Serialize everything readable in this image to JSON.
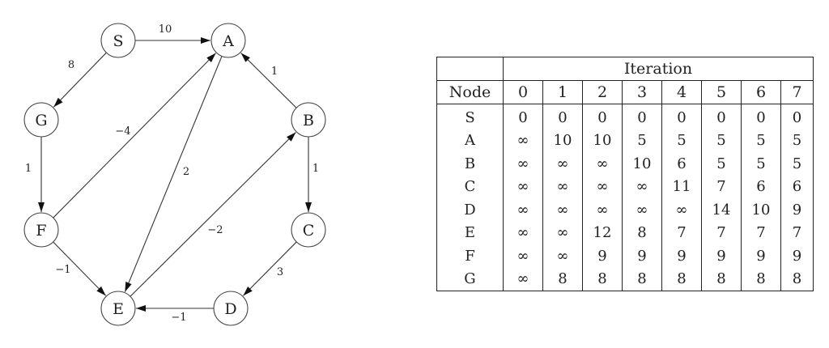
{
  "graph": {
    "nodes": [
      {
        "id": "S",
        "label": "S"
      },
      {
        "id": "A",
        "label": "A"
      },
      {
        "id": "G",
        "label": "G"
      },
      {
        "id": "B",
        "label": "B"
      },
      {
        "id": "F",
        "label": "F"
      },
      {
        "id": "C",
        "label": "C"
      },
      {
        "id": "E",
        "label": "E"
      },
      {
        "id": "D",
        "label": "D"
      }
    ],
    "edges": [
      {
        "from": "S",
        "to": "A",
        "weight": "10"
      },
      {
        "from": "S",
        "to": "G",
        "weight": "8"
      },
      {
        "from": "G",
        "to": "F",
        "weight": "1"
      },
      {
        "from": "F",
        "to": "A",
        "weight": "−4"
      },
      {
        "from": "A",
        "to": "E",
        "weight": "2"
      },
      {
        "from": "B",
        "to": "A",
        "weight": "1"
      },
      {
        "from": "B",
        "to": "C",
        "weight": "1"
      },
      {
        "from": "E",
        "to": "B",
        "weight": "−2"
      },
      {
        "from": "F",
        "to": "E",
        "weight": "−1"
      },
      {
        "from": "C",
        "to": "D",
        "weight": "3"
      },
      {
        "from": "D",
        "to": "E",
        "weight": "−1"
      }
    ]
  },
  "table": {
    "group_header": "Iteration",
    "node_header": "Node",
    "iterations": [
      "0",
      "1",
      "2",
      "3",
      "4",
      "5",
      "6",
      "7"
    ],
    "rows": [
      {
        "node": "S",
        "values": [
          "0",
          "0",
          "0",
          "0",
          "0",
          "0",
          "0",
          "0"
        ]
      },
      {
        "node": "A",
        "values": [
          "∞",
          "10",
          "10",
          "5",
          "5",
          "5",
          "5",
          "5"
        ]
      },
      {
        "node": "B",
        "values": [
          "∞",
          "∞",
          "∞",
          "10",
          "6",
          "5",
          "5",
          "5"
        ]
      },
      {
        "node": "C",
        "values": [
          "∞",
          "∞",
          "∞",
          "∞",
          "11",
          "7",
          "6",
          "6"
        ]
      },
      {
        "node": "D",
        "values": [
          "∞",
          "∞",
          "∞",
          "∞",
          "∞",
          "14",
          "10",
          "9"
        ]
      },
      {
        "node": "E",
        "values": [
          "∞",
          "∞",
          "12",
          "8",
          "7",
          "7",
          "7",
          "7"
        ]
      },
      {
        "node": "F",
        "values": [
          "∞",
          "∞",
          "9",
          "9",
          "9",
          "9",
          "9",
          "9"
        ]
      },
      {
        "node": "G",
        "values": [
          "∞",
          "8",
          "8",
          "8",
          "8",
          "8",
          "8",
          "8"
        ]
      }
    ]
  }
}
